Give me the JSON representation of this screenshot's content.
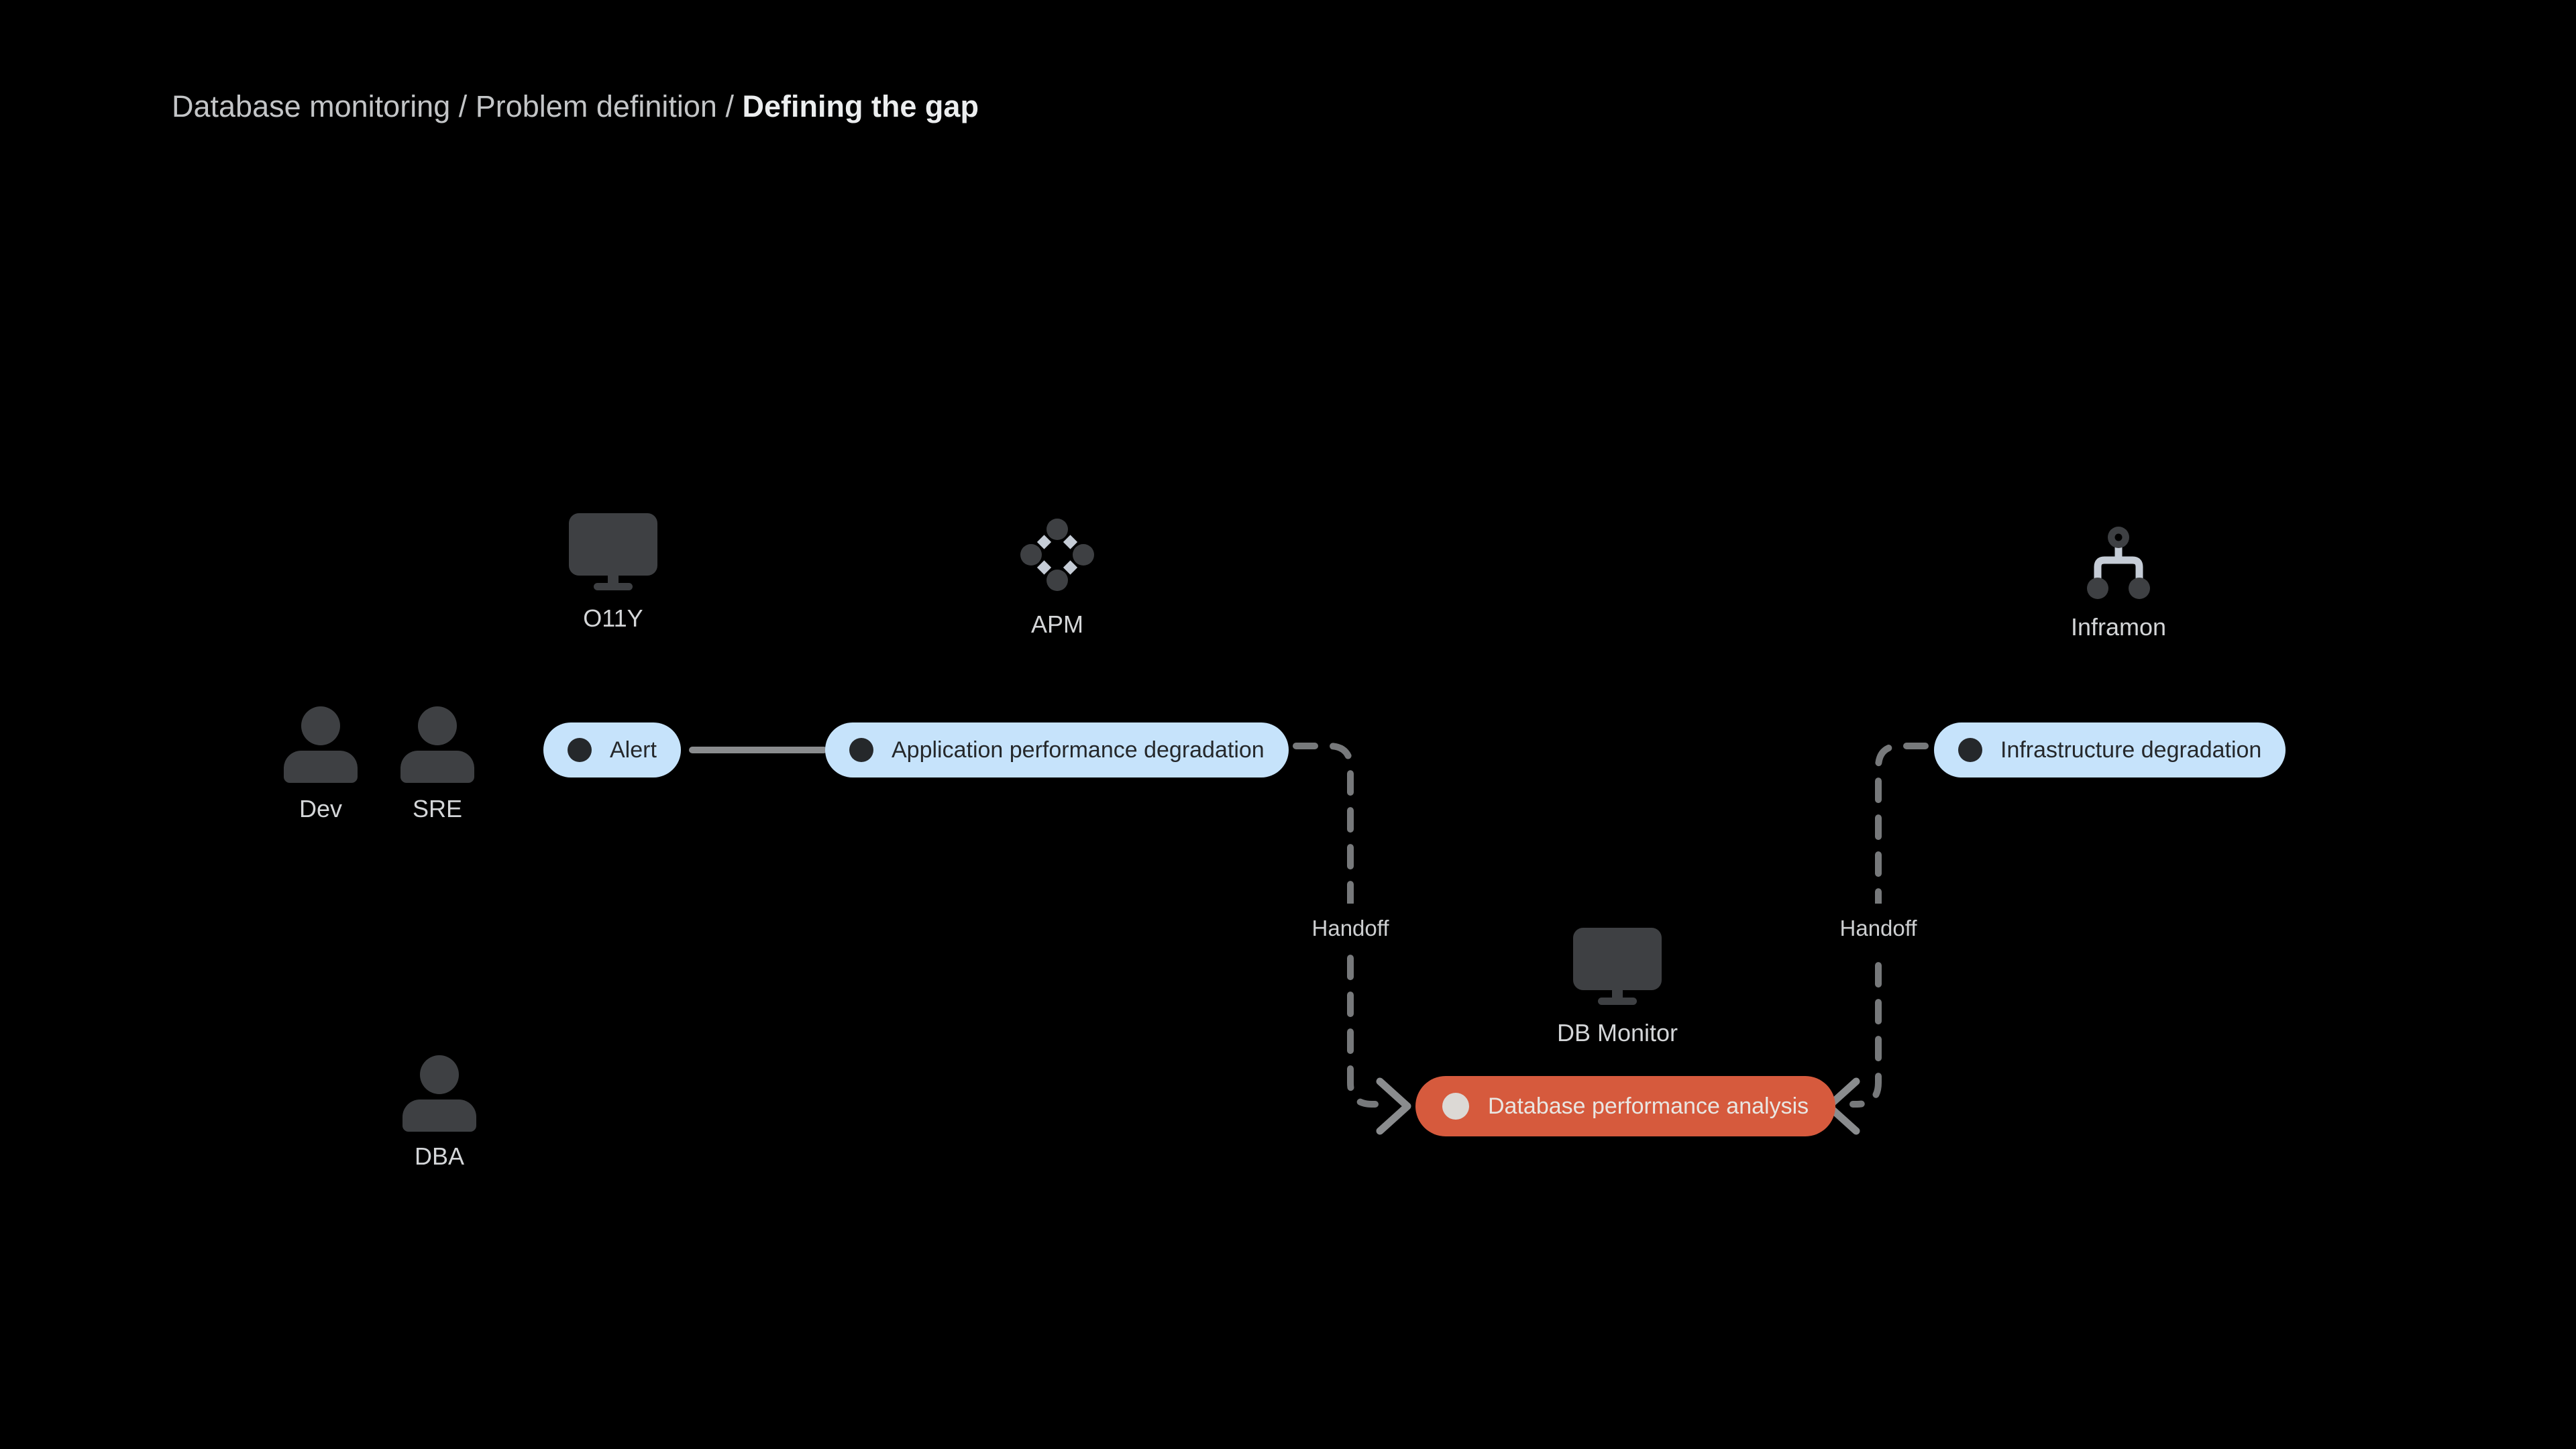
{
  "breadcrumb": {
    "path": "Database monitoring / Problem definition / ",
    "current": "Defining the gap"
  },
  "tools": {
    "o11y": {
      "label": "O11Y",
      "icon": "monitor-icon"
    },
    "apm": {
      "label": "APM",
      "icon": "nodes-diamond-icon"
    },
    "inframon": {
      "label": "Inframon",
      "icon": "hierarchy-icon"
    },
    "db_monitor": {
      "label": "DB Monitor",
      "icon": "monitor-icon"
    }
  },
  "people": {
    "dev": {
      "label": "Dev"
    },
    "sre": {
      "label": "SRE"
    },
    "dba": {
      "label": "DBA"
    }
  },
  "pills": {
    "alert": {
      "label": "Alert"
    },
    "app_degradation": {
      "label": "Application performance degradation"
    },
    "infra_degradation": {
      "label": "Infrastructure degradation"
    },
    "db_analysis": {
      "label": "Database performance analysis"
    }
  },
  "edges": {
    "handoff_left": {
      "label": "Handoff"
    },
    "handoff_right": {
      "label": "Handoff"
    }
  },
  "colors": {
    "background": "#000000",
    "pill_blue_bg": "#c6e3fb",
    "pill_blue_text": "#25282b",
    "pill_blue_dot": "#25282b",
    "pill_red_bg": "#d65a3d",
    "pill_red_text": "#e9e6e2",
    "pill_red_dot": "#dcd9d5",
    "icon_dark_gray": "#3e4043",
    "icon_light_gray": "#c5ccd6",
    "solid_line_gray": "#8a8c8e",
    "dashed_line_gray": "#77797b",
    "node_label_gray": "#d4d6d8",
    "handoff_text_gray": "#cdcfd1",
    "breadcrumb_gray": "#c3c5c7",
    "breadcrumb_white": "#eceeef"
  }
}
